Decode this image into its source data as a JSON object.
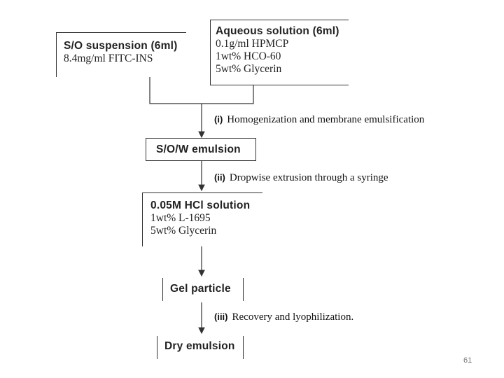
{
  "boxes": {
    "so_suspension": {
      "title": "S/O suspension (6ml)",
      "lines": [
        "8.4mg/ml FITC-INS"
      ]
    },
    "aqueous": {
      "title": "Aqueous solution (6ml)",
      "lines": [
        "0.1g/ml HPMCP",
        "1wt% HCO-60",
        "5wt% Glycerin"
      ]
    },
    "sow": {
      "title": "S/O/W emulsion"
    },
    "hcl": {
      "title": "0.05M HCl solution",
      "lines": [
        "1wt% L-1695",
        "5wt% Glycerin"
      ]
    },
    "gel": {
      "title": "Gel particle"
    },
    "dry": {
      "title": "Dry emulsion"
    }
  },
  "steps": [
    {
      "num": "(i)",
      "text": "Homogenization and membrane emulsification"
    },
    {
      "num": "(ii)",
      "text": "Dropwise extrusion through a syringe"
    },
    {
      "num": "(iii)",
      "text": "Recovery and lyophilization."
    }
  ],
  "page_number": "61"
}
